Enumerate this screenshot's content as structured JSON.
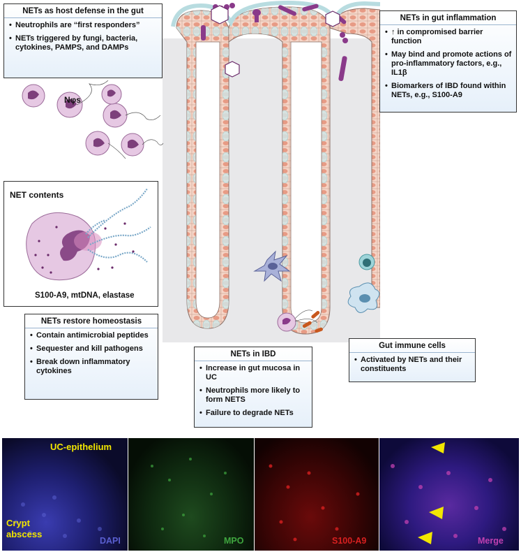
{
  "boxes": {
    "host_defense": {
      "title": "NETs as host defense in the gut",
      "items": [
        "Neutrophils are “first responders”",
        "NETs triggered by fungi, bacteria, cytokines, PAMPS, and DAMPs"
      ]
    },
    "inflammation": {
      "title": "NETs in gut inflammation",
      "items": [
        "↑ in compromised barrier function",
        "May bind and promote actions of pro-inflammatory factors, e.g., IL1β",
        "Biomarkers of IBD found within NETs, e.g., S100-A9"
      ]
    },
    "contents": {
      "title": "NET contents",
      "caption": "S100-A9, mtDNA, elastase"
    },
    "homeostasis": {
      "title": "NETs restore homeostasis",
      "items": [
        "Contain antimicrobial peptides",
        "Sequester and kill pathogens",
        "Break down inflammatory cytokines"
      ]
    },
    "ibd": {
      "title": "NETs in IBD",
      "items": [
        "Increase in gut mucosa in UC",
        "Neutrophils more likely to form NETS",
        "Failure to degrade NETs"
      ]
    },
    "immune": {
      "title": "Gut immune cells",
      "items": [
        "Activated by NETs and their constituents"
      ]
    }
  },
  "labels": {
    "neutrophils": "Nφs"
  },
  "micrograph": {
    "uc_label": "UC-epithelium",
    "crypt_label": "Crypt abscess",
    "channels": [
      "DAPI",
      "MPO",
      "S100-A9",
      "Merge"
    ],
    "colors": {
      "dapi": "#5a5fd0",
      "mpo": "#3fa63f",
      "s100": "#d82020",
      "merge": "#c040b0",
      "yellow": "#f2e600"
    }
  }
}
